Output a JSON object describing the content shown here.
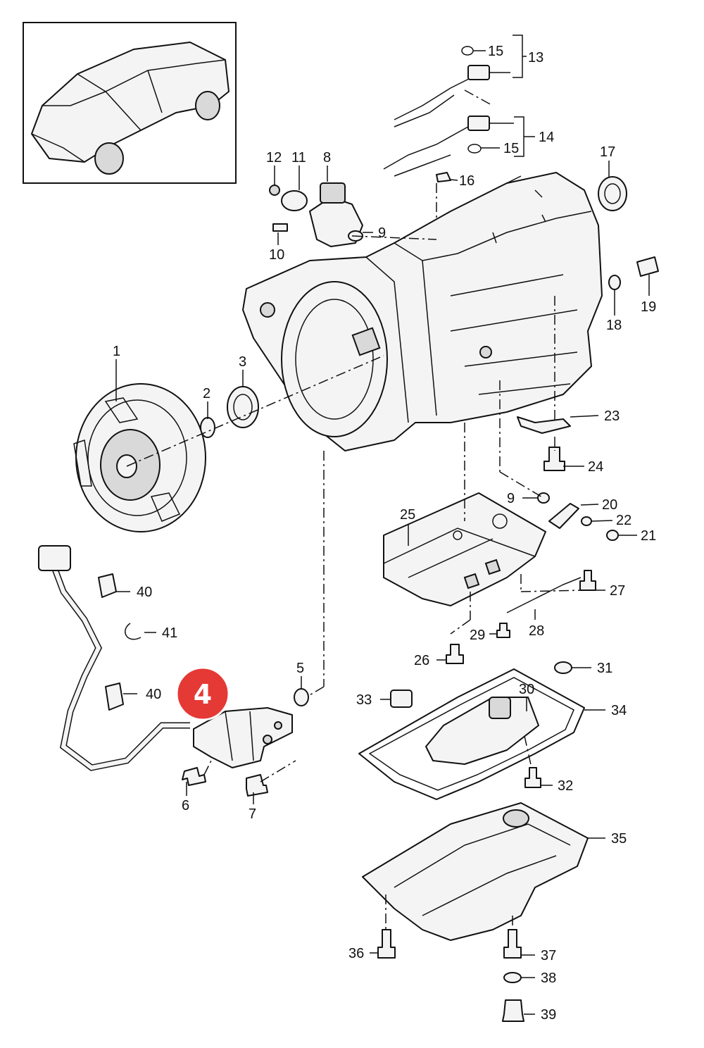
{
  "callouts": [
    "1",
    "2",
    "3",
    "4",
    "5",
    "6",
    "7",
    "8",
    "9",
    "9",
    "10",
    "11",
    "12",
    "13",
    "14",
    "15",
    "15",
    "16",
    "17",
    "18",
    "19",
    "20",
    "21",
    "22",
    "23",
    "24",
    "25",
    "26",
    "27",
    "28",
    "29",
    "30",
    "31",
    "32",
    "33",
    "34",
    "35",
    "36",
    "37",
    "38",
    "39",
    "40",
    "40",
    "41"
  ],
  "highlight": {
    "label": "4",
    "color": "#e53935"
  },
  "colors": {
    "line": "#111111",
    "background": "#ffffff",
    "badge": "#e53935"
  }
}
